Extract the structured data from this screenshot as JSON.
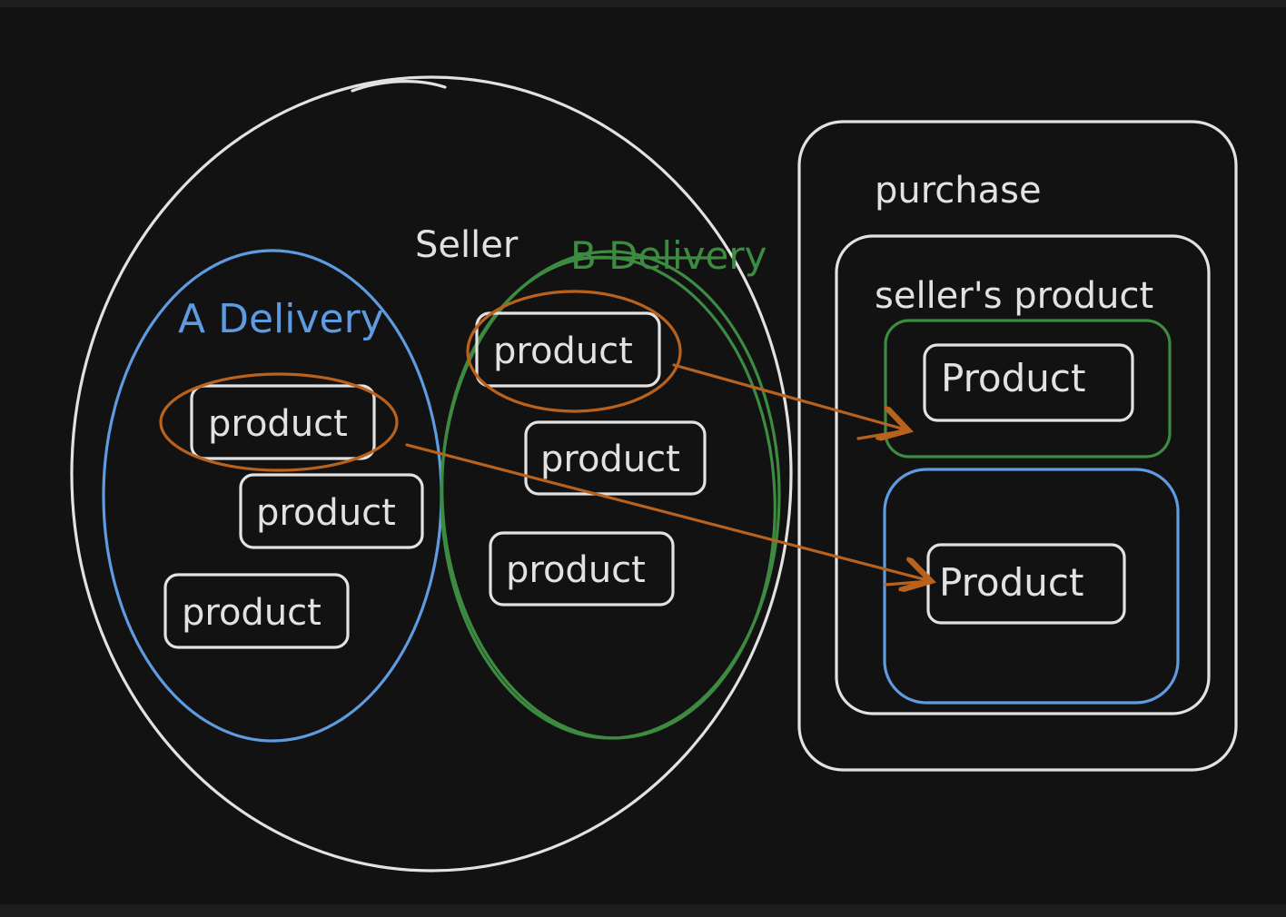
{
  "colors": {
    "background": "#121212",
    "white": "#e2e2e2",
    "blue": "#5f9be0",
    "green": "#3d8b41",
    "orange": "#b9621d"
  },
  "seller": {
    "label": "Seller"
  },
  "a_delivery": {
    "label": "A Delivery",
    "products": [
      "product",
      "product",
      "product"
    ]
  },
  "b_delivery": {
    "label": "B Delivery",
    "products": [
      "product",
      "product",
      "product"
    ]
  },
  "purchase": {
    "label": "purchase",
    "sellers_product": {
      "label": "seller's product",
      "products": [
        "Product",
        "Product"
      ]
    }
  }
}
